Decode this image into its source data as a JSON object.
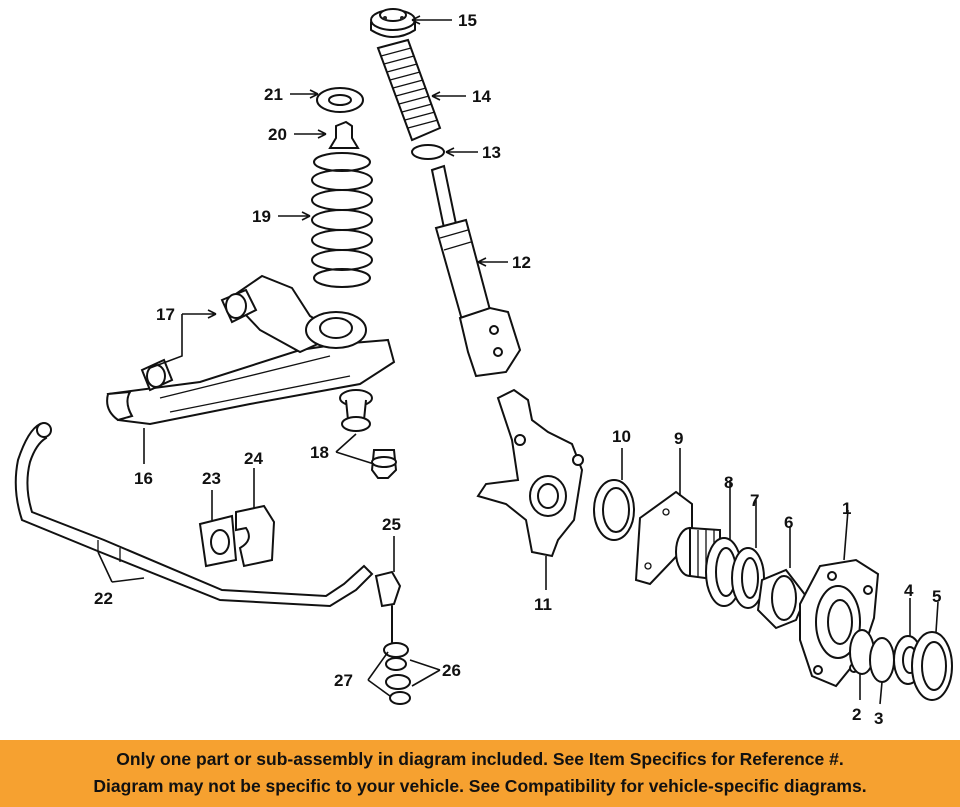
{
  "callouts": {
    "c1": "1",
    "c2": "2",
    "c3": "3",
    "c4": "4",
    "c5": "5",
    "c6": "6",
    "c7": "7",
    "c8": "8",
    "c9": "9",
    "c10": "10",
    "c11": "11",
    "c12": "12",
    "c13": "13",
    "c14": "14",
    "c15": "15",
    "c16": "16",
    "c17": "17",
    "c18": "18",
    "c19": "19",
    "c20": "20",
    "c21": "21",
    "c22": "22",
    "c23": "23",
    "c24": "24",
    "c25": "25",
    "c26": "26",
    "c27": "27"
  },
  "banner": {
    "line1": "Only one part or sub-assembly in diagram included. See Item Specifics for Reference #.",
    "line2": "Diagram may not be specific to your vehicle. See Compatibility for vehicle-specific diagrams."
  },
  "colors": {
    "banner_bg": "#f6a130",
    "ink": "#111111"
  }
}
